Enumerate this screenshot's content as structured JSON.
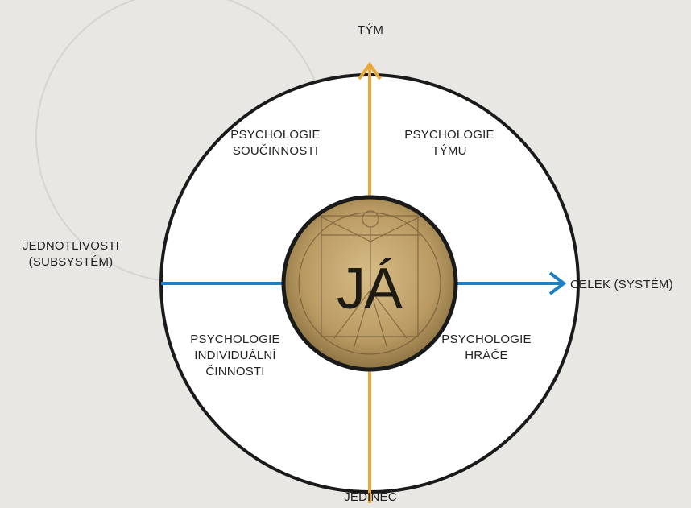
{
  "diagram": {
    "center_label": "JÁ",
    "axis_top": "TÝM",
    "axis_bottom": "JEDINEC",
    "axis_left": [
      "JEDNOTLIVOSTI",
      "(SUBSYSTÉM)"
    ],
    "axis_right": "CELEK (SYSTÉM)",
    "quadrants": {
      "top_left": [
        "PSYCHOLOGIE",
        "SOUČINNOSTI"
      ],
      "top_right": [
        "PSYCHOLOGIE",
        "TÝMU"
      ],
      "bottom_left": [
        "PSYCHOLOGIE",
        "INDIVIDUÁLNÍ",
        "ČINNOSTI"
      ],
      "bottom_right": [
        "PSYCHOLOGIE",
        "HRÁČE"
      ]
    },
    "colors": {
      "vertical_axis": "#e8a93a",
      "horizontal_axis": "#1e7fc4",
      "circle": "#1a1a1a",
      "center_fill": "#b99a62"
    }
  }
}
